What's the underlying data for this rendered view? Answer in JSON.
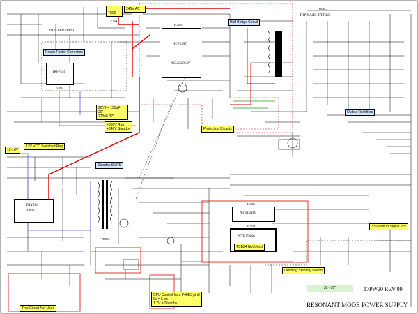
{
  "fuse_box": {
    "line1": "T800",
    "line2": "T2.5A",
    "mains": "240V AC"
  },
  "tr805": {
    "title": "TR805",
    "pins": "THP  XAJIS  IFT  RES"
  },
  "labels": {
    "resonant_smps": "SMPS RESONANT",
    "pfc": "Power Factor Correction",
    "half_bridge": "Half Bridge Circuit",
    "cap_note": "20\"/8 = 150uF  20\"\n220uF  37\"",
    "run_standby": "+380V Run\n+340V Standby",
    "protection": "Protection Circuits",
    "output_rectifiers": "Output Rectifiers",
    "v_12": "12-16V",
    "vcc_switched": "12V VCC Switched Reg",
    "standby_smps": "Standby SMPS",
    "run_signal": "33V Run In Signal Pck",
    "not_used_ic": "TCB24 Not Used",
    "latching": "Latching Standby Switch",
    "not_used_circuit": "This Circuit Not Used",
    "cpu_control": "CPU Control from P48E3 pin8\n0v = 6 on\n1.7V = Standby"
  },
  "ics": {
    "pfc_ic": {
      "name": "IRF7514",
      "ref": "IC803"
    },
    "hb_ic": {
      "name": "NCP1397",
      "ref": "IC805"
    },
    "hb_sub": "NCL2523/AV",
    "tny": {
      "name": "TNY266",
      "ref": "IC806"
    },
    "ic826": {
      "ref": "IC826",
      "name": "NTB15N60"
    },
    "ic824": {
      "ref": "IC824",
      "name": "NTB15N60"
    },
    "tr803": "TR803"
  },
  "legend": {
    "screen_sizes": "32 - 37\""
  },
  "title_block": {
    "model": "17PW20 REV:00",
    "title": "RESONANT MODE POWER SUPPLY"
  }
}
